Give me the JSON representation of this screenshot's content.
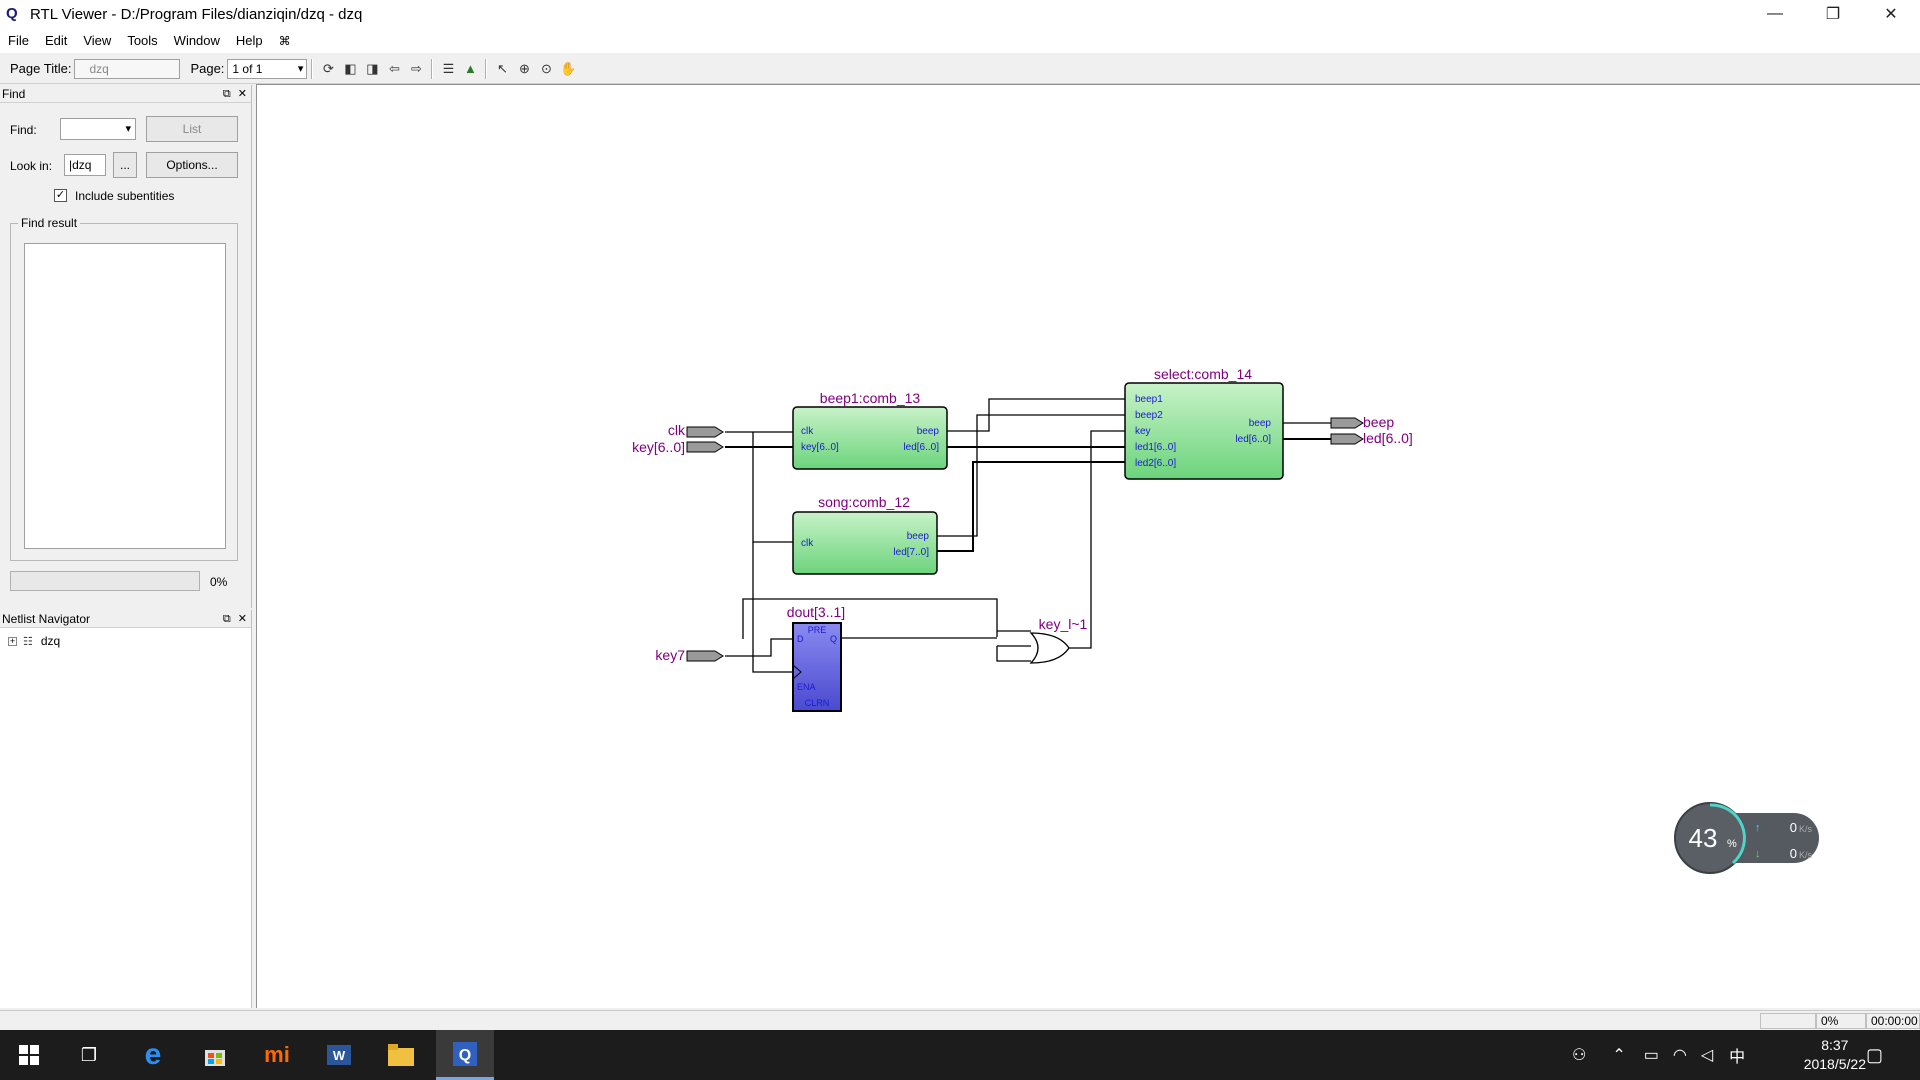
{
  "window": {
    "title": "RTL Viewer - D:/Program Files/dianziqin/dzq - dzq",
    "min": "—",
    "max": "❐",
    "close": "✕"
  },
  "menu": [
    "File",
    "Edit",
    "View",
    "Tools",
    "Window",
    "Help"
  ],
  "toolbar": {
    "page_title_label": "Page Title:",
    "page_title_value": "dzq",
    "page_label": "Page:",
    "page_value": "1 of 1"
  },
  "find_panel": {
    "header": "Find",
    "find_label": "Find:",
    "list_button": "List",
    "lookin_label": "Look in:",
    "lookin_value": "|dzq",
    "browse_button": "...",
    "options_button": "Options...",
    "include_subentities": "Include subentities",
    "include_checked": "✓",
    "find_result_label": "Find result",
    "progress_text": "0%"
  },
  "netlist_navigator": {
    "header": "Netlist Navigator",
    "root": "dzq"
  },
  "schematic": {
    "inputs": [
      "clk",
      "key[6..0]",
      "key7"
    ],
    "outputs": [
      "beep",
      "led[6..0]"
    ],
    "beep1": {
      "title": "beep1:comb_13",
      "in": [
        "clk",
        "key[6..0]"
      ],
      "out": [
        "beep",
        "led[6..0]"
      ]
    },
    "song": {
      "title": "song:comb_12",
      "in": [
        "clk"
      ],
      "out": [
        "beep",
        "led[7..0]"
      ]
    },
    "select": {
      "title": "select:comb_14",
      "in": [
        "beep1",
        "beep2",
        "key",
        "led1[6..0]",
        "led2[6..0]"
      ],
      "out": [
        "beep",
        "led[6..0]"
      ]
    },
    "dff": {
      "title": "dout[3..1]",
      "pins": [
        "PRE",
        "D",
        "Q",
        "ENA",
        "CLRN"
      ]
    },
    "gate": {
      "title": "key_l~1"
    }
  },
  "statusbar": {
    "progress": "0%",
    "time": "00:00:00"
  },
  "widget": {
    "percent": "43",
    "percent_sign": "%",
    "up": "0",
    "down": "0",
    "unit": "K/s"
  },
  "taskbar": {
    "time": "8:37",
    "date": "2018/5/22",
    "ime": "中"
  },
  "colors": {
    "wire": "#000000",
    "module_green": "#7ddc8c",
    "dff_blue": "#6a6ad8",
    "label_purple": "#800080",
    "port_blue": "#1a1ad0"
  }
}
